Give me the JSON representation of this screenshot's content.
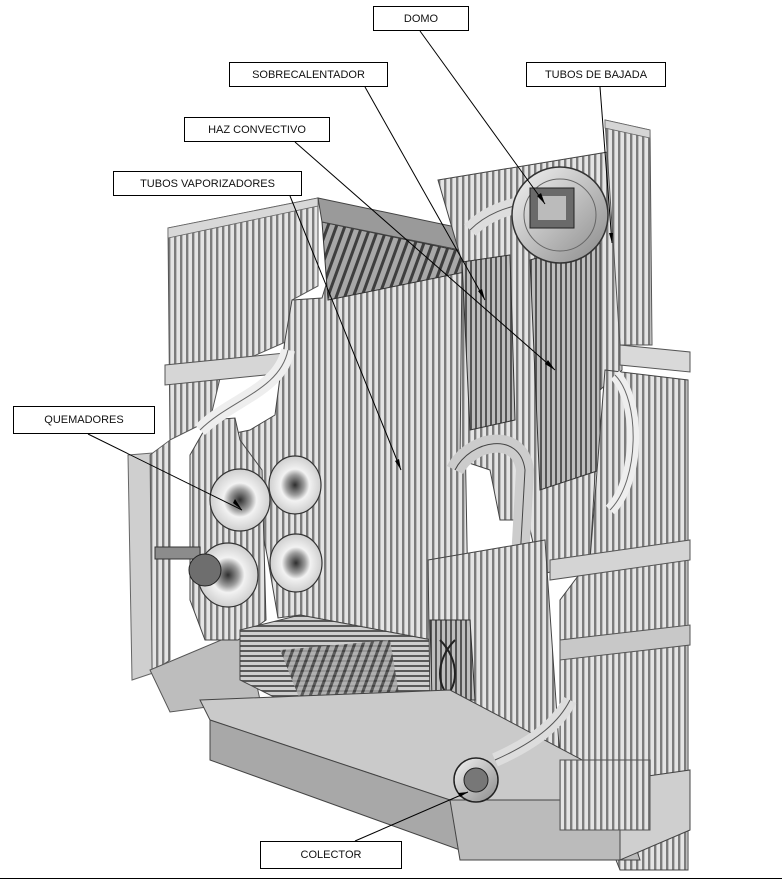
{
  "labels": {
    "domo": "DOMO",
    "sobrecalentador": "SOBRECALENTADOR",
    "tubos_de_bajada": "TUBOS DE BAJADA",
    "haz_convectivo": "HAZ CONVECTIVO",
    "tubos_vaporizadores": "TUBOS VAPORIZADORES",
    "quemadores": "QUEMADORES",
    "colector": "COLECTOR"
  },
  "colors": {
    "background": "#ffffff",
    "line": "#000000",
    "illustration_dark": "#4a4a4a",
    "illustration_mid": "#9a9a9a",
    "illustration_light": "#e2e2e2"
  }
}
